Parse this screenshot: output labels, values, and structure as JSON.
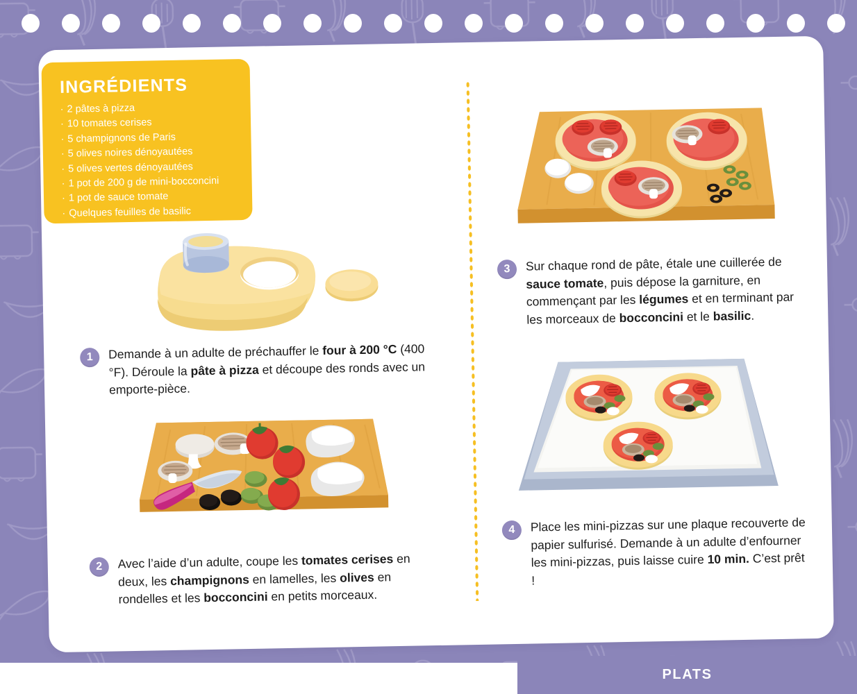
{
  "page": {
    "background_color": "#8b85b9",
    "card_color": "#ffffff",
    "accent_yellow": "#f8c221",
    "badge_color": "#9289bd",
    "text_color": "#1c1c1c"
  },
  "ingredients": {
    "title": "INGRÉDIENTS",
    "bullet": "·",
    "items": [
      "2 pâtes à pizza",
      "10 tomates cerises",
      "5 champignons de Paris",
      "5 olives noires dénoyautées",
      "5 olives vertes dénoyautées",
      "1 pot de 200 g de mini-bocconcini",
      "1 pot de sauce tomate",
      "Quelques feuilles de basilic"
    ]
  },
  "steps": [
    {
      "number": "1",
      "parts": [
        {
          "text": "Demande à un adulte de préchauffer le ",
          "bold": false
        },
        {
          "text": "four à 200 °C",
          "bold": true
        },
        {
          "text": " (400 °F). Déroule la ",
          "bold": false
        },
        {
          "text": "pâte à pizza",
          "bold": true
        },
        {
          "text": " et découpe des ronds avec un emporte-pièce.",
          "bold": false
        }
      ]
    },
    {
      "number": "2",
      "parts": [
        {
          "text": "Avec l’aide d’un adulte, coupe les ",
          "bold": false
        },
        {
          "text": "tomates cerises",
          "bold": true
        },
        {
          "text": " en deux, les ",
          "bold": false
        },
        {
          "text": "champignons",
          "bold": true
        },
        {
          "text": " en lamelles, les ",
          "bold": false
        },
        {
          "text": "olives",
          "bold": true
        },
        {
          "text": " en rondelles et les ",
          "bold": false
        },
        {
          "text": "bocconcini",
          "bold": true
        },
        {
          "text": " en petits morceaux.",
          "bold": false
        }
      ]
    },
    {
      "number": "3",
      "parts": [
        {
          "text": "Sur chaque rond de pâte, étale une cuillerée de ",
          "bold": false
        },
        {
          "text": "sauce tomate",
          "bold": true
        },
        {
          "text": ", puis dépose la garniture, en commençant par les ",
          "bold": false
        },
        {
          "text": "légumes",
          "bold": true
        },
        {
          "text": " et en terminant par les morceaux de ",
          "bold": false
        },
        {
          "text": "bocconcini",
          "bold": true
        },
        {
          "text": " et le ",
          "bold": false
        },
        {
          "text": "basilic",
          "bold": true
        },
        {
          "text": ".",
          "bold": false
        }
      ]
    },
    {
      "number": "4",
      "parts": [
        {
          "text": "Place les mini-pizzas sur une plaque recouverte de papier sulfurisé. Demande à un adulte d’enfourner les mini-pizzas, puis laisse cuire ",
          "bold": false
        },
        {
          "text": "10 min.",
          "bold": true
        },
        {
          "text": " C’est prêt !",
          "bold": false
        }
      ]
    }
  ],
  "illustrations": [
    {
      "name": "dough-with-cutter-illustration",
      "caption": "Pâte étalée avec emporte-pièce et rond découpé"
    },
    {
      "name": "cutting-board-illustration",
      "caption": "Planche à découper avec champignons, couteau, olives, tomates et bocconcini"
    },
    {
      "name": "assembly-board-illustration",
      "caption": "Trois ronds de pâte garnis de sauce tomate, tomates et champignons"
    },
    {
      "name": "baking-tray-illustration",
      "caption": "Plaque recouverte de papier sulfurisé avec trois mini-pizzas"
    }
  ],
  "footer": {
    "label": "PLATS"
  },
  "punch_holes": {
    "count": 21
  }
}
